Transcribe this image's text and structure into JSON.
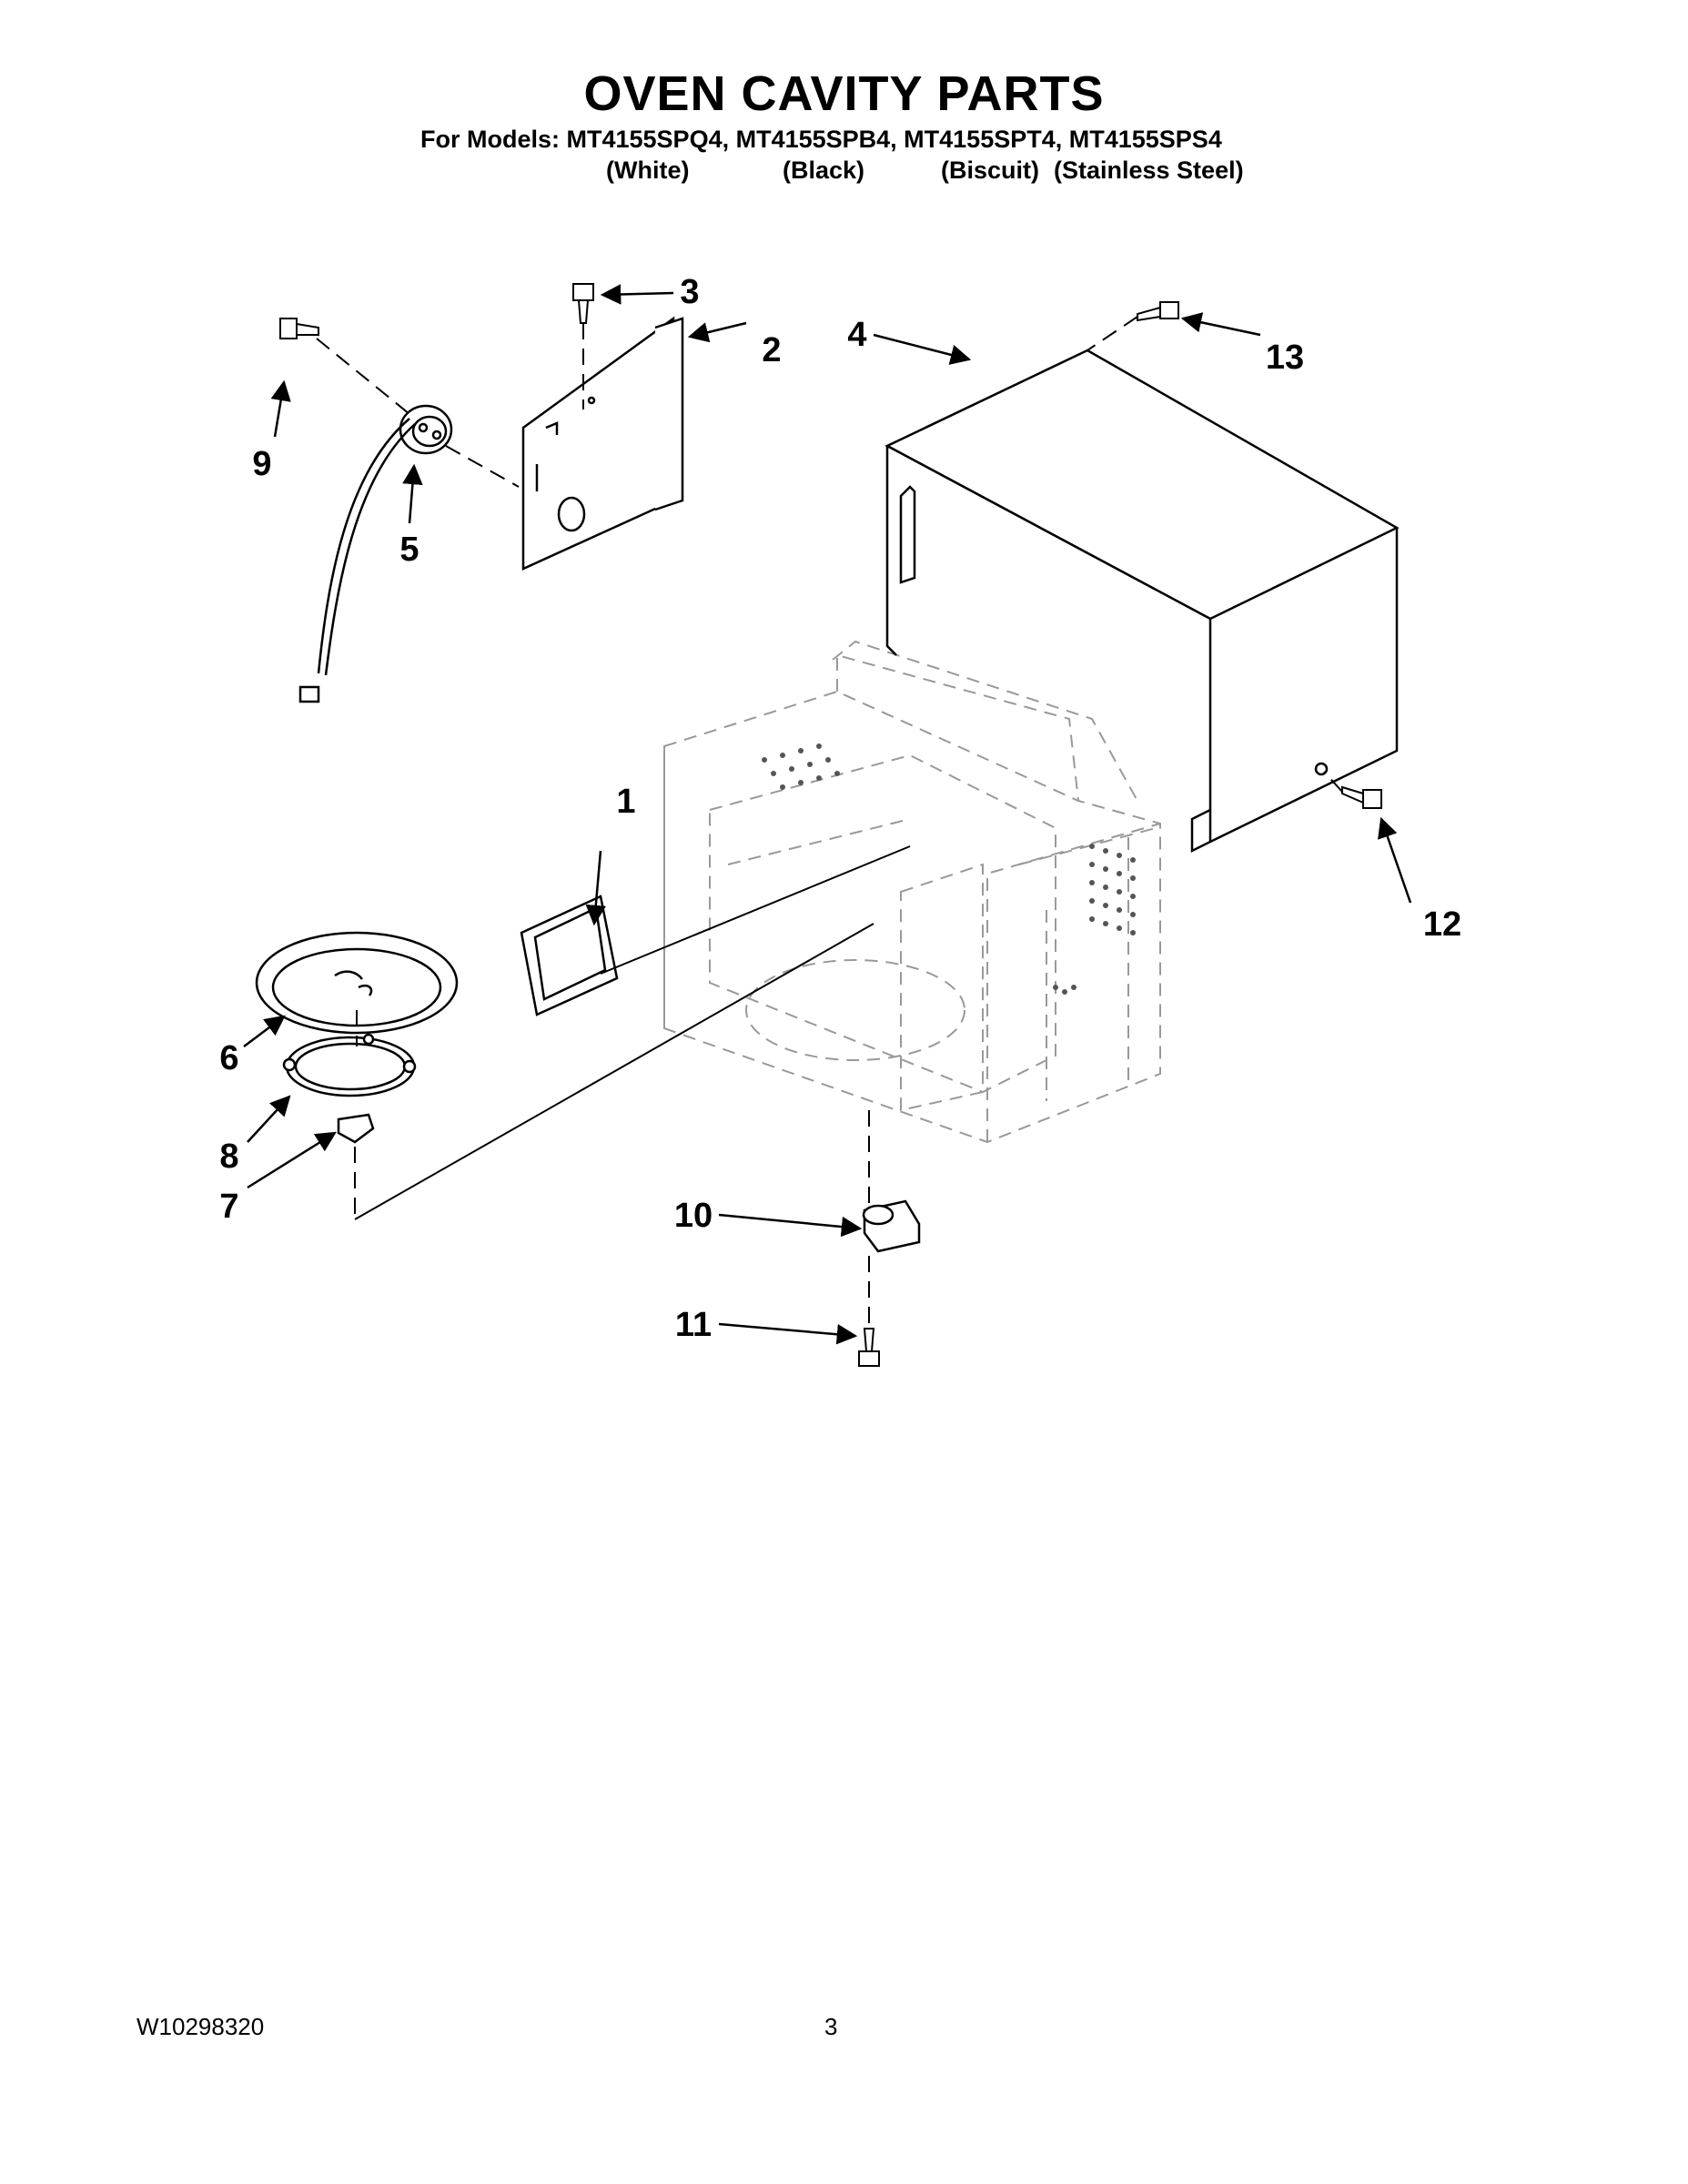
{
  "title": "OVEN CAVITY PARTS",
  "subtitle_models": "For Models: MT4155SPQ4, MT4155SPB4, MT4155SPT4, MT4155SPS4",
  "colors": {
    "white": "(White)",
    "black": "(Black)",
    "biscuit": "(Biscuit)",
    "stainless": "(Stainless Steel)"
  },
  "callouts": {
    "c1": "1",
    "c2": "2",
    "c3": "3",
    "c4": "4",
    "c5": "5",
    "c6": "6",
    "c7": "7",
    "c8": "8",
    "c9": "9",
    "c10": "10",
    "c11": "11",
    "c12": "12",
    "c13": "13"
  },
  "footer": {
    "doc_number": "W10298320",
    "page_number": "3"
  }
}
